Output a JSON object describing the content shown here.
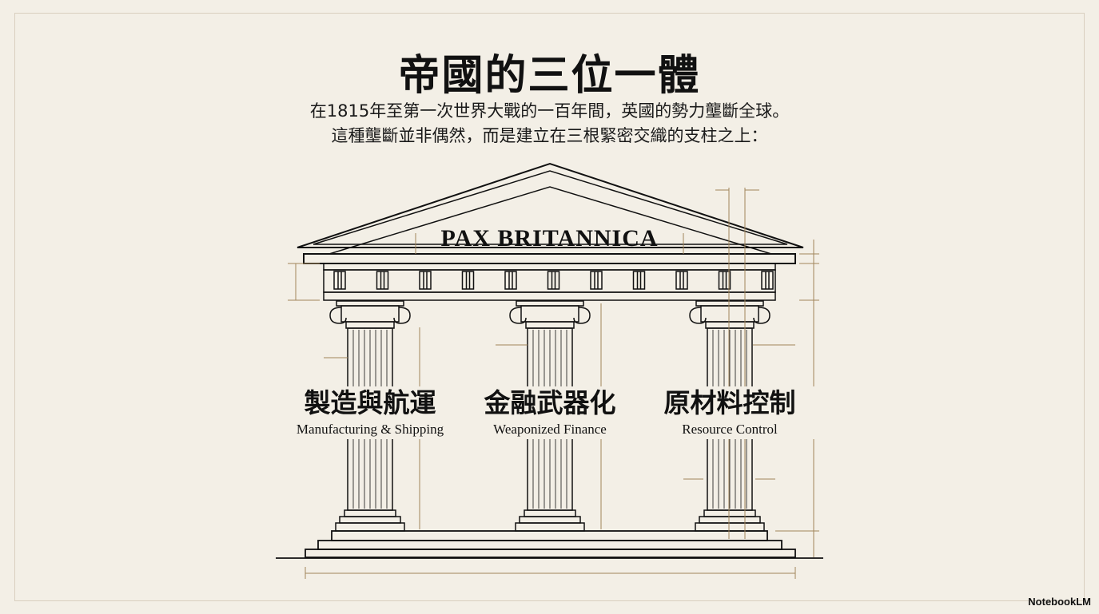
{
  "title": "帝國的三位一體",
  "subtitle_lines": [
    "在1815年至第一次世界大戰的一百年間，英國的勢力壟斷全球。",
    "這種壟斷並非偶然，而是建立在三根緊密交織的支柱之上："
  ],
  "pediment_label": "PAX BRITANNICA",
  "pillars": [
    {
      "zh": "製造與航運",
      "en": "Manufacturing & Shipping"
    },
    {
      "zh": "金融武器化",
      "en": "Weaponized Finance"
    },
    {
      "zh": "原材料控制",
      "en": "Resource Control"
    }
  ],
  "brand": "NotebookLM",
  "colors": {
    "background": "#f3efe6",
    "ink": "#111111",
    "dimension": "#a0855b"
  }
}
